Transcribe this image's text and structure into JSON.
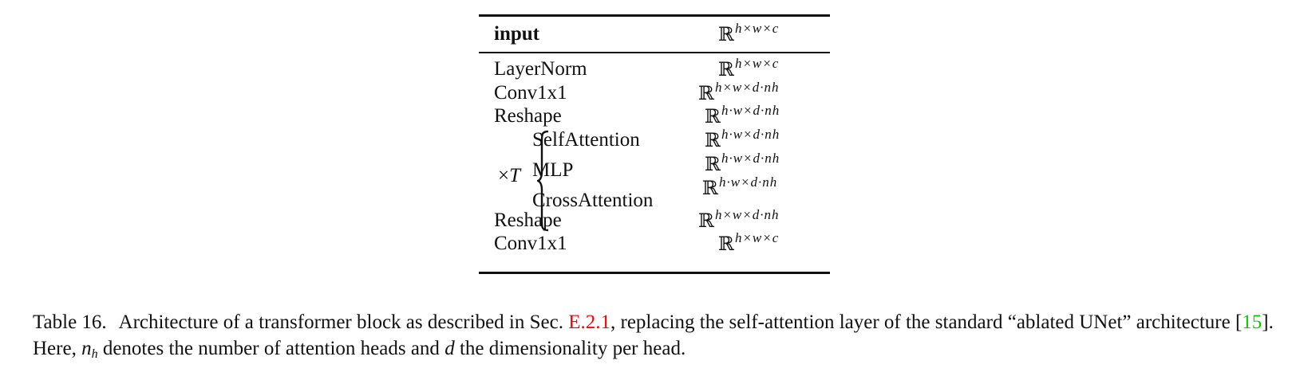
{
  "table": {
    "header": {
      "layer": "input",
      "shape_base": "ℝ",
      "shape_exp": "h×w×c"
    },
    "rows": [
      {
        "layer": "LayerNorm",
        "shape_base": "ℝ",
        "shape_exp": "h×w×c"
      },
      {
        "layer": "Conv1x1",
        "shape_base": "ℝ",
        "shape_exp": "h×w×d·nh"
      },
      {
        "layer": "Reshape",
        "shape_base": "ℝ",
        "shape_exp": "h·w×d·nh"
      },
      {
        "layer": "SelfAttention",
        "shape_base": "ℝ",
        "shape_exp": "h·w×d·nh"
      },
      {
        "layer": "MLP",
        "shape_base": "ℝ",
        "shape_exp": "h·w×d·nh"
      },
      {
        "layer": "CrossAttention",
        "shape_base": "ℝ",
        "shape_exp": "h·w×d·nh"
      },
      {
        "layer": "Reshape",
        "shape_base": "ℝ",
        "shape_exp": "h×w×d·nh"
      },
      {
        "layer": "Conv1x1",
        "shape_base": "ℝ",
        "shape_exp": "h×w×c"
      }
    ],
    "repeat_symbol": "×",
    "repeat_var": "T"
  },
  "caption": {
    "label": "Table 16.",
    "text_1": "Architecture of a transformer block as described in Sec.",
    "ref_section": "E.2.1",
    "text_2": ", replacing the self-attention layer of the standard “ablated UNet” architecture [",
    "ref_cite": "15",
    "text_3": "]. Here,",
    "var_nh": "n",
    "var_nh_sub": "h",
    "text_4": "denotes the number of attention heads and",
    "var_d": "d",
    "text_5": "the dimensionality per head.",
    "ref_red_color": "#ff0000",
    "ref_green_color": "#00d000"
  }
}
